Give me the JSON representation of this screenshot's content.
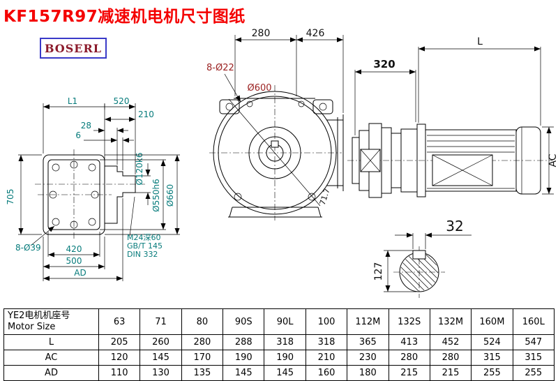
{
  "title": "KF157R97减速机电机尺寸图纸",
  "brand": "BOSERL",
  "drawing": {
    "left_view": {
      "dim_l1": "L1",
      "dim_520": "520",
      "dim_210": "210",
      "dim_28": "28",
      "dim_6": "6",
      "dim_705": "705",
      "holes": "8-Ø39",
      "dim_420": "420",
      "dim_500": "500",
      "dim_ad": "AD",
      "shaft_dia": "Ø120k6",
      "spigot_dia": "Ø550h6",
      "flange_dia": "Ø660",
      "tap_note_1": "M24深60",
      "tap_note_2": "GB/T 145",
      "tap_note_3": "DIN 332"
    },
    "front_view": {
      "dim_280": "280",
      "dim_426": "426",
      "holes": "8-Ø22",
      "dia": "Ø600",
      "angle": "71.7"
    },
    "motor_view": {
      "dim_320": "320",
      "dim_l": "L",
      "dim_ac": "AC"
    },
    "shaft_section": {
      "dim_32": "32",
      "dim_127": "127"
    }
  },
  "table": {
    "header": {
      "cn": "YE2电机机座号",
      "en": "Motor Size"
    },
    "sizes": [
      "63",
      "71",
      "80",
      "90S",
      "90L",
      "100",
      "112M",
      "132S",
      "132M",
      "160M",
      "160L"
    ],
    "rows": [
      {
        "label": "L",
        "values": [
          "205",
          "260",
          "280",
          "288",
          "318",
          "318",
          "365",
          "413",
          "452",
          "524",
          "547"
        ]
      },
      {
        "label": "AC",
        "values": [
          "120",
          "145",
          "170",
          "190",
          "190",
          "210",
          "230",
          "280",
          "280",
          "315",
          "315"
        ]
      },
      {
        "label": "AD",
        "values": [
          "110",
          "130",
          "135",
          "145",
          "145",
          "160",
          "180",
          "215",
          "215",
          "255",
          "255"
        ]
      }
    ]
  },
  "colors": {
    "title_red": "#f40000",
    "dim_teal": "#067b7b",
    "dim_maroon": "#9b2222",
    "brand_border": "#3a3ac8",
    "brand_text": "#8b1a2b"
  }
}
